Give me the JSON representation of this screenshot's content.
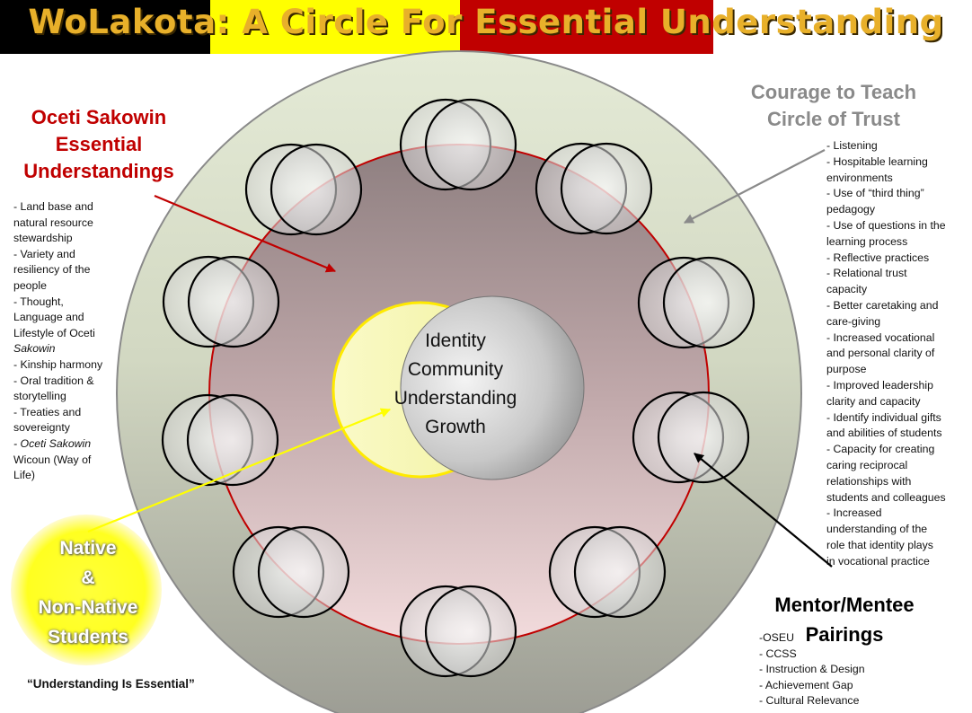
{
  "title": {
    "text": "WoLakota: A Circle For Essential Understanding",
    "band_colors": [
      "#000000",
      "#ffff00",
      "#c00000",
      "#ffffff"
    ]
  },
  "center": {
    "lines": [
      "Identity",
      "Community",
      "Understanding",
      "Growth"
    ]
  },
  "oceti_sakowin": {
    "heading_lines": [
      "Oceti Sakowin",
      "Essential",
      "Understandings"
    ],
    "heading_color": "#c00000",
    "items": [
      "- Land base and",
      "natural resource",
      "stewardship",
      "- Variety and",
      "resiliency of the",
      "people",
      "- Thought,",
      "Language and",
      "Lifestyle of Oceti",
      "Sakowin",
      "- Kinship harmony",
      "- Oral tradition &",
      "storytelling",
      "- Treaties and",
      "sovereignty",
      "- Oceti Sakowin",
      "Wicoun (Way of",
      "Life)"
    ]
  },
  "courage_to_teach": {
    "heading_lines": [
      "Courage to Teach",
      "Circle of Trust"
    ],
    "heading_color": "#8a8a8a",
    "items": [
      "- Listening",
      "- Hospitable learning",
      "environments",
      "- Use of “third thing”",
      "pedagogy",
      "- Use of questions in the",
      "learning process",
      "- Reflective practices",
      "- Relational trust",
      "capacity",
      "- Better caretaking and",
      "care-giving",
      "- Increased vocational",
      "and personal clarity of",
      "purpose",
      "- Improved leadership",
      "clarity and capacity",
      "- Identify individual gifts",
      "and abilities of students",
      "- Capacity for creating",
      "caring reciprocal",
      "relationships with",
      "students and colleagues",
      "- Increased",
      "understanding of the",
      "role that identity plays",
      "in vocational practice"
    ]
  },
  "mentor": {
    "heading_lines": [
      "Mentor/Mentee",
      "Pairings"
    ],
    "items": [
      "-OSEU",
      "- CCSS",
      "- Instruction & Design",
      "- Achievement Gap",
      "- Cultural Relevance"
    ]
  },
  "students": {
    "lines": [
      "Native",
      "&",
      "Non-Native",
      "Students"
    ],
    "color": "#ffff00"
  },
  "motto": "“Understanding Is Essential”"
}
